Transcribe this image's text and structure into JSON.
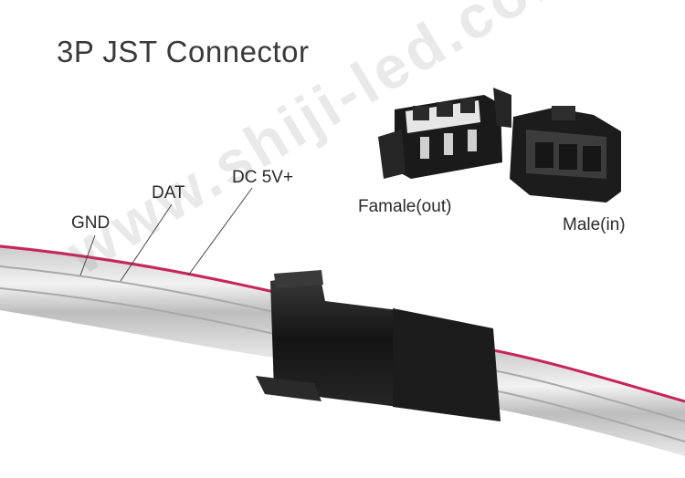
{
  "title": "3P  JST Connector",
  "labels": {
    "gnd": "GND",
    "dat": "DAT",
    "dc5v": "DC 5V+",
    "female": "Famale(out)",
    "male": "Male(in)"
  },
  "watermark": "www.shiji-led.com",
  "colors": {
    "red_wire": "#c8245a",
    "clear_wire": "#dcdcdc",
    "connector": "#1c1c1c"
  }
}
